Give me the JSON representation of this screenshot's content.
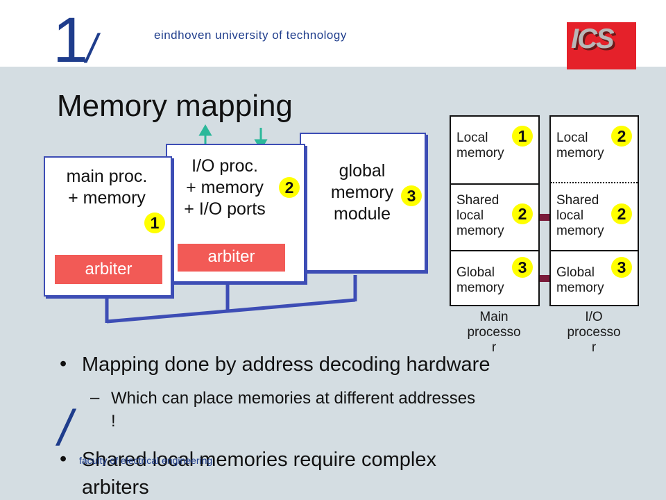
{
  "header": {
    "logo_one": "1",
    "logo_slash": "/",
    "university": "eindhoven university of technology",
    "ics_logo": "ICS"
  },
  "title": "Memory mapping",
  "modules": {
    "main": {
      "line1": "main proc.",
      "line2": "+ memory",
      "badge": "1",
      "arbiter": "arbiter"
    },
    "io": {
      "line1": "I/O proc.",
      "line2": "+ memory",
      "line3": "+ I/O ports",
      "badge": "2",
      "arbiter": "arbiter"
    },
    "global": {
      "line1": "global",
      "line2": "memory",
      "line3": "module",
      "badge": "3"
    }
  },
  "memory_columns": {
    "main": {
      "local1": "Local",
      "local2": "memory",
      "local_badge": "1",
      "shared1": "Shared",
      "shared2": "local",
      "shared3": "memory",
      "shared_badge": "2",
      "global1": "Global",
      "global2": "memory",
      "global_badge": "3",
      "label1": "Main",
      "label2": "processo",
      "label3": "r"
    },
    "io": {
      "local1": "Local",
      "local2": "memory",
      "local_badge": "2",
      "shared1": "Shared",
      "shared2": "local",
      "shared3": "memory",
      "shared_badge": "2",
      "global1": "Global",
      "global2": "memory",
      "global_badge": "3",
      "label1": "I/O",
      "label2": "processo",
      "label3": "r"
    }
  },
  "bullets": {
    "b1": "Mapping done by address decoding hardware",
    "b1_sub1": "Which can place memories at different addresses",
    "b1_sub2": "!",
    "b2a": "Shared local memories require complex",
    "b2b": "arbiters"
  },
  "footer": {
    "slash": "/",
    "text": "faculty of electrical engineering"
  },
  "colors": {
    "logo_blue": "#1f3d8c",
    "arbiter_red": "#f25a56",
    "badge_yellow": "#ffff00",
    "bus_blue": "#3d4db5",
    "arrow_teal": "#2bb89a",
    "double_arrow": "#7a1b3a"
  }
}
